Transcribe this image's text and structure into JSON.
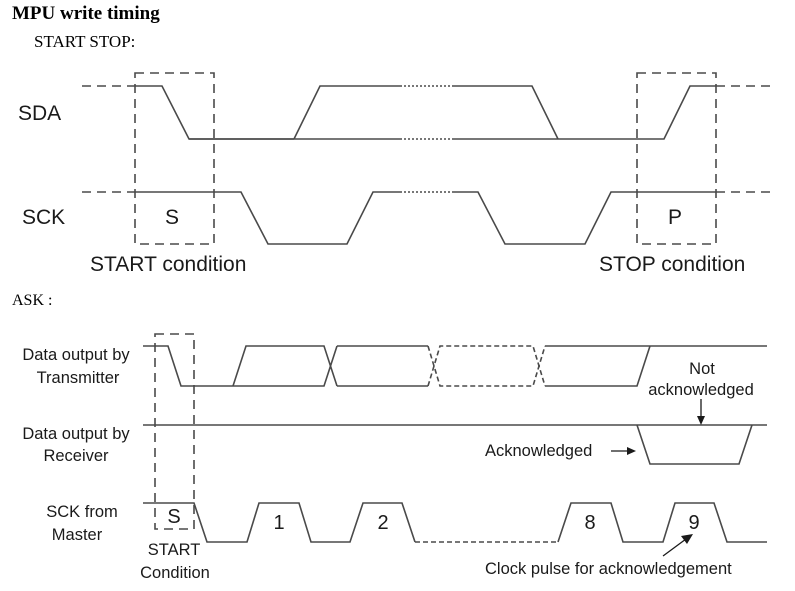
{
  "header": {
    "title": "MPU write timing",
    "subtitle": "START STOP:"
  },
  "start_stop_diagram": {
    "signals": [
      {
        "name": "SDA"
      },
      {
        "name": "SCK"
      }
    ],
    "start_box_label": "S",
    "stop_box_label": "P",
    "start_caption": "START condition",
    "stop_caption": "STOP condition"
  },
  "ack_section": {
    "label": "ASK :",
    "signals": [
      {
        "name_line1": "Data output by",
        "name_line2": "Transmitter"
      },
      {
        "name_line1": "Data output by",
        "name_line2": "Receiver"
      },
      {
        "name_line1": "SCK from",
        "name_line2": "Master"
      }
    ],
    "start_box_label": "S",
    "start_caption_line1": "START",
    "start_caption_line2": "Condition",
    "clock_pulses": [
      "1",
      "2",
      "8",
      "9"
    ],
    "not_ack_line1": "Not",
    "not_ack_line2": "acknowledged",
    "ack_label": "Acknowledged",
    "clock_ack_label": "Clock pulse for acknowledgement"
  },
  "colors": {
    "signal_line": "#4a4a4a",
    "text": "#1a1a1a",
    "background": "#ffffff"
  }
}
